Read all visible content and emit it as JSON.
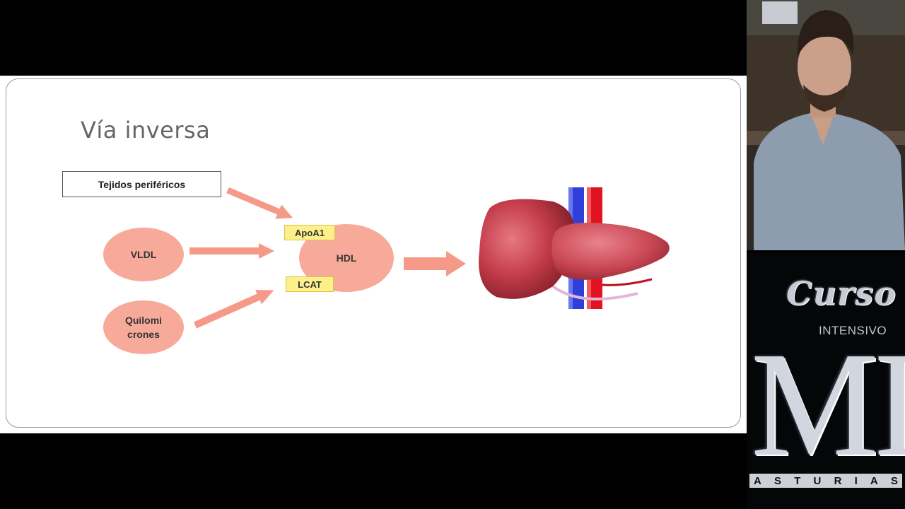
{
  "slide": {
    "title": "Vía inversa",
    "tissue_label": "Tejidos periféricos",
    "vldl_label": "VLDL",
    "quilo_line1": "Quilomi",
    "quilo_line2": "crones",
    "hdl_label": "HDL",
    "apoa1_label": "ApoA1",
    "lcat_label": "LCAT"
  },
  "colors": {
    "ellipse_fill": "#f7aa9a",
    "arrow_fill": "#f59a88",
    "tag_fill": "#fdf08a",
    "liver": "#c8424f",
    "vein_blue": "#2f3fd8",
    "artery_red": "#e01420"
  },
  "logo": {
    "curso": "Curso",
    "intensivo": "INTENSIVO",
    "mir": "MIR",
    "asturias_letters": [
      "A",
      "S",
      "T",
      "U",
      "R",
      "I",
      "A",
      "S"
    ]
  },
  "icons": {
    "liver_illustration": "liver-icon",
    "presenter_video": "presenter-video"
  }
}
